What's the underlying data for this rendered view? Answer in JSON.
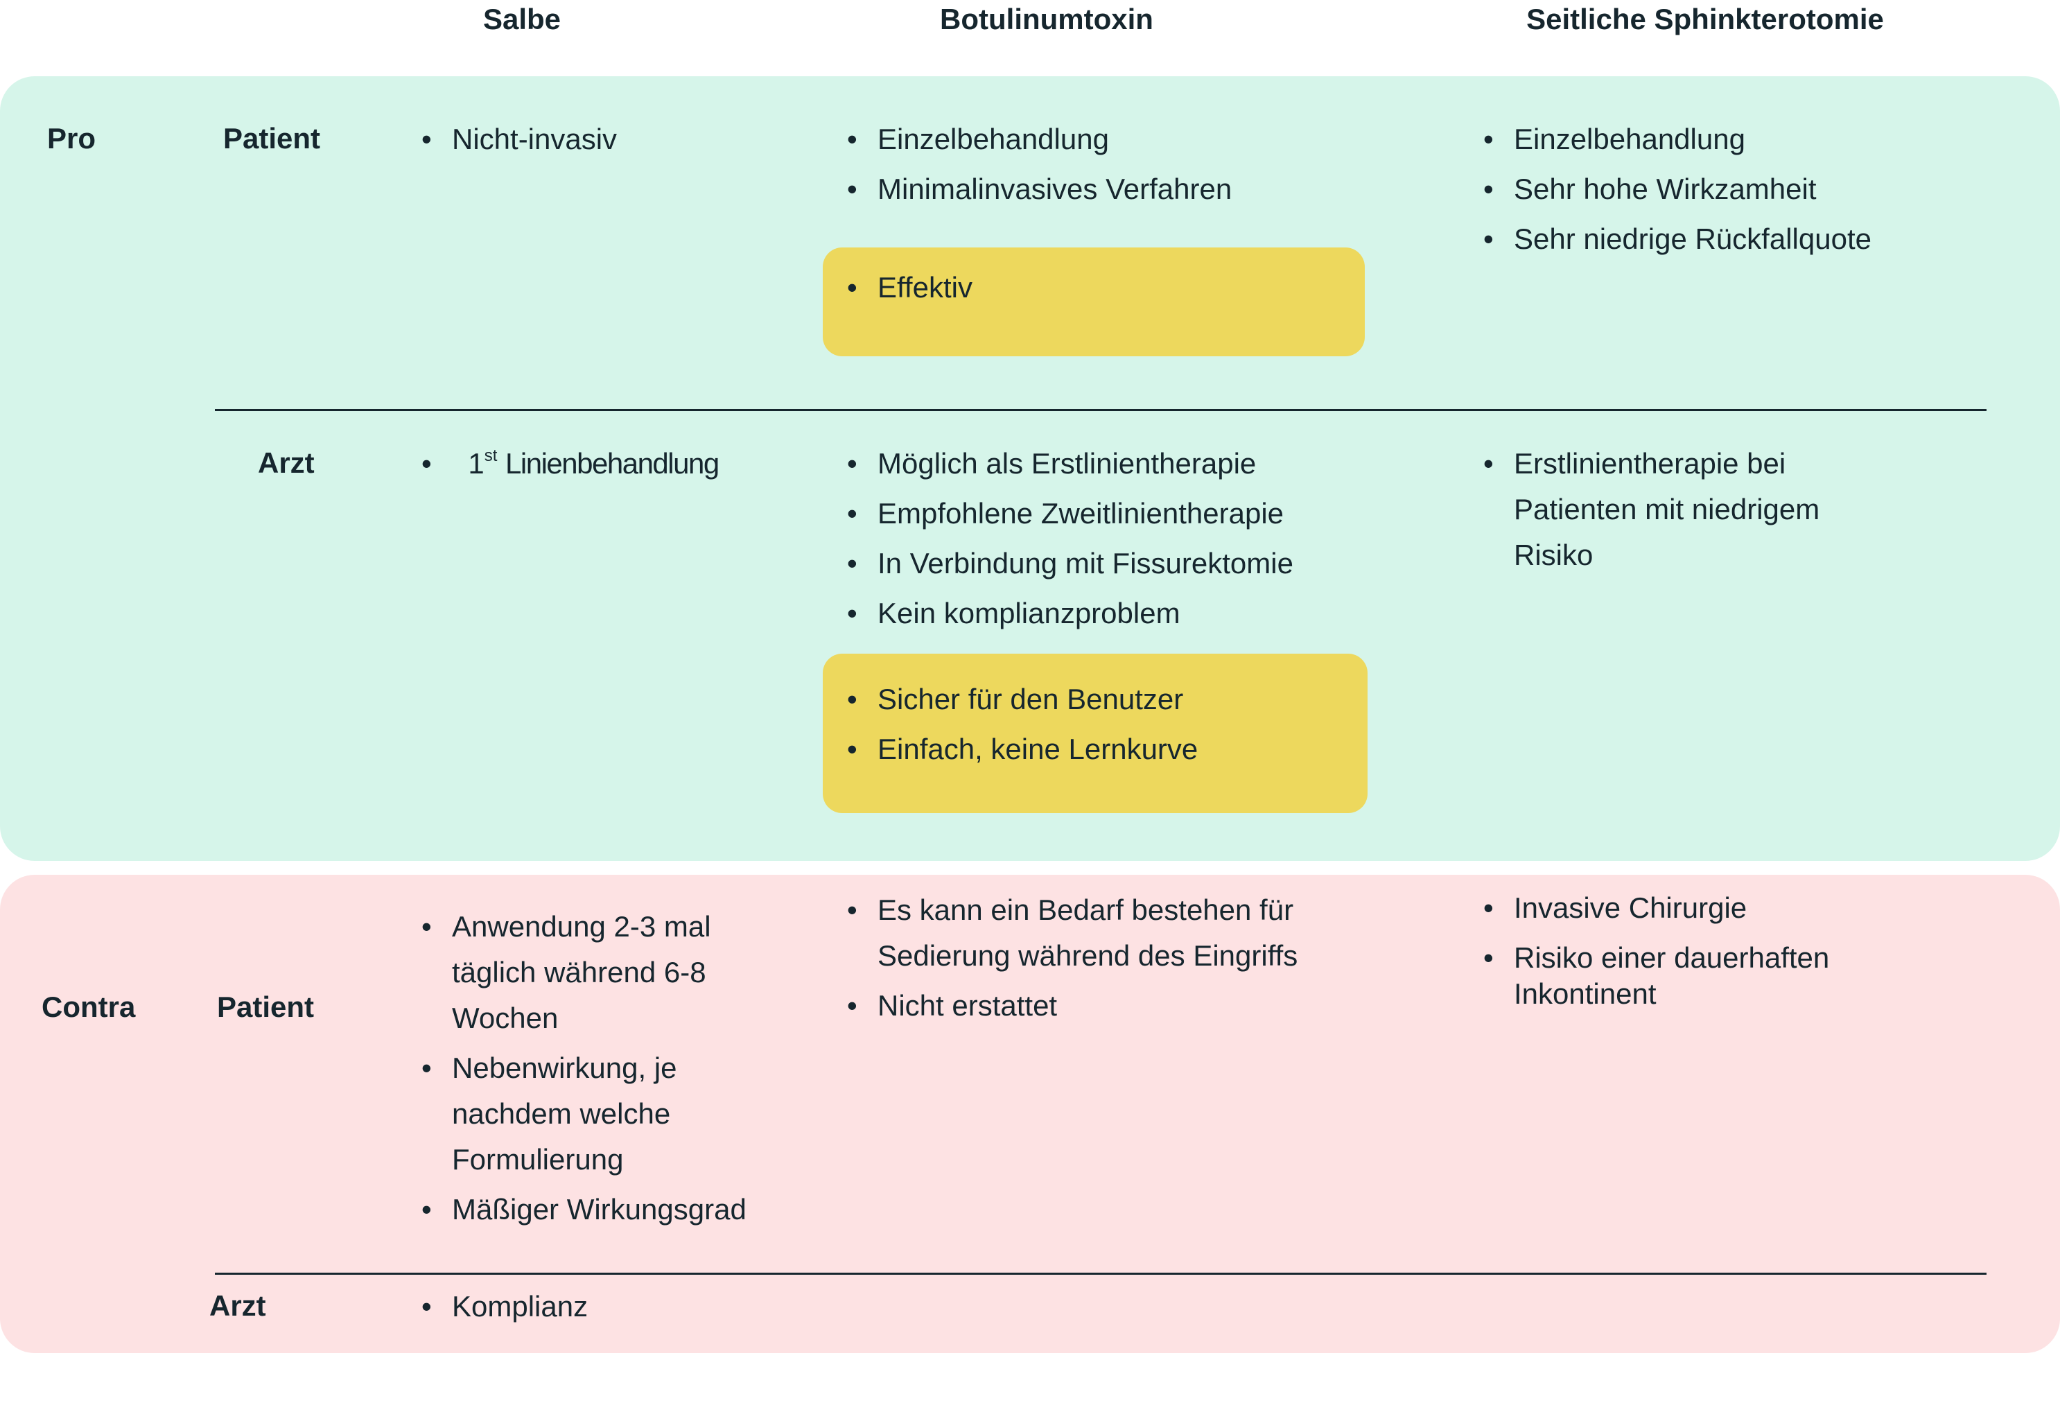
{
  "columns": [
    "Salbe",
    "Botulinumtoxin",
    "Seitliche Sphinkterotomie"
  ],
  "pro": {
    "label": "Pro",
    "patient": {
      "label": "Patient",
      "salbe": [
        "Nicht-invasiv"
      ],
      "botox": [
        "Einzelbehandlung",
        "Minimalinvasives Verfahren"
      ],
      "botox_highlight": [
        "Effektiv"
      ],
      "sphinkter": [
        "Einzelbehandlung",
        "Sehr hohe Wirkzamheit",
        "Sehr niedrige Rückfallquote"
      ]
    },
    "arzt": {
      "label": "Arzt",
      "salbe_prefix": "1",
      "salbe_sup": "st",
      "salbe_text": "Linienbehandlung",
      "botox": [
        "Möglich als Erstlinientherapie",
        "Empfohlene Zweitlinientherapie",
        "In Verbindung mit Fissurektomie",
        "Kein komplianzproblem"
      ],
      "botox_highlight": [
        "Sicher für den Benutzer",
        "Einfach, keine Lernkurve"
      ],
      "sphinkter": [
        "Erstlinientherapie bei Patienten mit niedrigem Risiko"
      ]
    }
  },
  "contra": {
    "label": "Contra",
    "patient": {
      "label": "Patient",
      "salbe": [
        "Anwendung 2-3 mal täglich während 6-8 Wochen",
        "Nebenwirkung, je nachdem welche Formulierung",
        "Mäßiger Wirkungsgrad"
      ],
      "botox": [
        "Es kann ein Bedarf bestehen für Sedierung während des Eingriffs",
        "Nicht erstattet"
      ],
      "sphinkter": [
        "Invasive Chirurgie",
        "Risiko einer dauerhaften Inkontinent"
      ]
    },
    "arzt": {
      "label": "Arzt",
      "salbe": [
        "Komplianz"
      ]
    }
  }
}
